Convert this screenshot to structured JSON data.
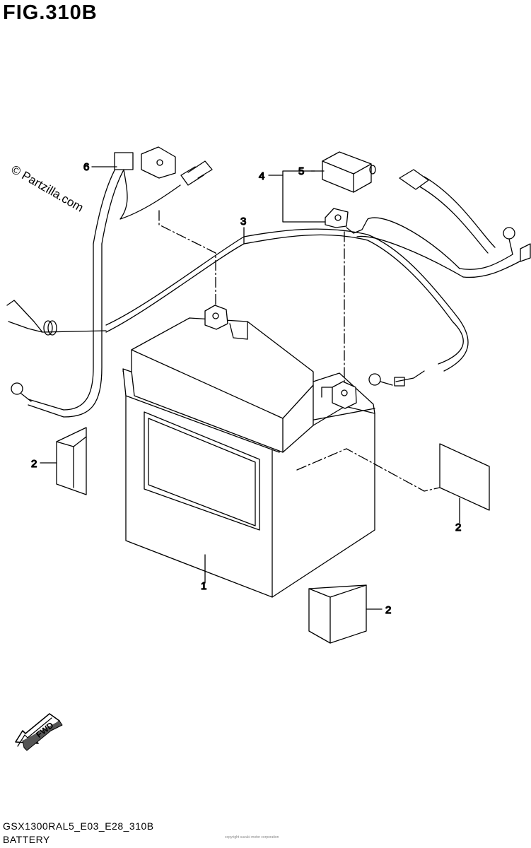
{
  "figure": {
    "title": "FIG.310B",
    "watermark": "© Partzilla.com"
  },
  "callouts": [
    {
      "id": "battery",
      "number": "1"
    },
    {
      "id": "pad-left",
      "number": "2"
    },
    {
      "id": "pad-right",
      "number": "2"
    },
    {
      "id": "pad-bottom",
      "number": "2"
    },
    {
      "id": "harness",
      "number": "3"
    },
    {
      "id": "terminal-set",
      "number": "4"
    },
    {
      "id": "terminal-cover",
      "number": "5"
    },
    {
      "id": "fuse-cable",
      "number": "6"
    }
  ],
  "direction_badge": {
    "text": "FWD",
    "icon": "forward-arrow-icon"
  },
  "footer": {
    "model_code": "GSX1300RAL5_E03_E28_310B",
    "section": "BATTERY",
    "small_note": "copyright suzuki motor corporation"
  }
}
